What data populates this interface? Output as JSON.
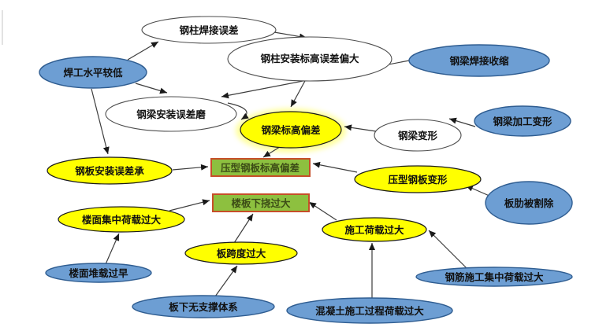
{
  "palette": {
    "blue": "#6d9ed3",
    "yellow": "#ffff00",
    "yellow_glow": "#ffff88",
    "white": "#ffffff",
    "green": "#8dc03f",
    "green_border": "#c64e28",
    "edge": "#3d3d3d"
  },
  "nodes": {
    "column_weld_error": {
      "label": "钢柱焊接误差",
      "shape": "ellipse",
      "fill": "#ffffff",
      "role": "intermediate"
    },
    "column_elev_error": {
      "label": "钢柱安装标高误差偏大",
      "shape": "ellipse",
      "fill": "#ffffff",
      "role": "intermediate"
    },
    "welder_low_skill": {
      "label": "焊工水平较低",
      "shape": "ellipse",
      "fill": "#6d9ed3",
      "role": "root-cause"
    },
    "beam_weld_shrink": {
      "label": "钢梁焊接收缩",
      "shape": "ellipse",
      "fill": "#6d9ed3",
      "role": "root-cause"
    },
    "beam_install_error": {
      "label": "钢梁安装误差磨",
      "shape": "ellipse",
      "fill": "#ffffff",
      "role": "intermediate"
    },
    "beam_elev_dev": {
      "label": "钢梁标高偏差",
      "shape": "ellipse",
      "fill": "#ffff00",
      "role": "cause"
    },
    "beam_deform": {
      "label": "钢梁变形",
      "shape": "ellipse",
      "fill": "#ffffff",
      "role": "intermediate"
    },
    "beam_process_deform": {
      "label": "钢梁加工变形",
      "shape": "ellipse",
      "fill": "#6d9ed3",
      "role": "root-cause"
    },
    "plate_install_error": {
      "label": "钢板安装误差承",
      "shape": "ellipse",
      "fill": "#ffff00",
      "role": "cause"
    },
    "deck_elev_dev": {
      "label": "压型钢板标高偏差",
      "shape": "rect",
      "fill": "#8dc03f",
      "role": "problem"
    },
    "deck_deform": {
      "label": "压型钢板变形",
      "shape": "ellipse",
      "fill": "#ffff00",
      "role": "cause"
    },
    "rib_cut": {
      "label": "板肋被割除",
      "shape": "ellipse",
      "fill": "#6d9ed3",
      "role": "root-cause"
    },
    "slab_deflect": {
      "label": "楼板下挠过大",
      "shape": "rect",
      "fill": "#8dc03f",
      "role": "problem"
    },
    "floor_conc_load": {
      "label": "楼面集中荷载过大",
      "shape": "ellipse",
      "fill": "#ffff00",
      "role": "cause"
    },
    "constr_load": {
      "label": "施工荷载过大",
      "shape": "ellipse",
      "fill": "#ffff00",
      "role": "cause"
    },
    "span_too_large": {
      "label": "板跨度过大",
      "shape": "ellipse",
      "fill": "#ffff00",
      "role": "cause"
    },
    "early_stack": {
      "label": "楼面堆载过早",
      "shape": "ellipse",
      "fill": "#6d9ed3",
      "role": "root-cause"
    },
    "rebar_load": {
      "label": "钢筋施工集中荷载过大",
      "shape": "ellipse",
      "fill": "#6d9ed3",
      "role": "root-cause"
    },
    "no_support": {
      "label": "板下无支撑体系",
      "shape": "ellipse",
      "fill": "#6d9ed3",
      "role": "root-cause"
    },
    "concrete_load": {
      "label": "混凝土施工过程荷载过大",
      "shape": "ellipse",
      "fill": "#6d9ed3",
      "role": "root-cause"
    }
  },
  "edges": [
    {
      "from": "welder_low_skill",
      "to": "column_weld_error"
    },
    {
      "from": "welder_low_skill",
      "to": "beam_install_error"
    },
    {
      "from": "welder_low_skill",
      "to": "plate_install_error"
    },
    {
      "from": "column_weld_error",
      "to": "column_elev_error"
    },
    {
      "from": "beam_weld_shrink",
      "to": "beam_install_error"
    },
    {
      "from": "column_elev_error",
      "to": "beam_elev_dev"
    },
    {
      "from": "beam_install_error",
      "to": "beam_elev_dev"
    },
    {
      "from": "beam_deform",
      "to": "beam_elev_dev"
    },
    {
      "from": "beam_process_deform",
      "to": "beam_deform"
    },
    {
      "from": "beam_elev_dev",
      "to": "deck_elev_dev"
    },
    {
      "from": "plate_install_error",
      "to": "deck_elev_dev"
    },
    {
      "from": "deck_deform",
      "to": "deck_elev_dev"
    },
    {
      "from": "rib_cut",
      "to": "deck_deform"
    },
    {
      "from": "floor_conc_load",
      "to": "slab_deflect"
    },
    {
      "from": "span_too_large",
      "to": "slab_deflect"
    },
    {
      "from": "constr_load",
      "to": "slab_deflect"
    },
    {
      "from": "rebar_load",
      "to": "constr_load"
    },
    {
      "from": "concrete_load",
      "to": "constr_load"
    },
    {
      "from": "early_stack",
      "to": "floor_conc_load"
    },
    {
      "from": "no_support",
      "to": "span_too_large"
    }
  ]
}
